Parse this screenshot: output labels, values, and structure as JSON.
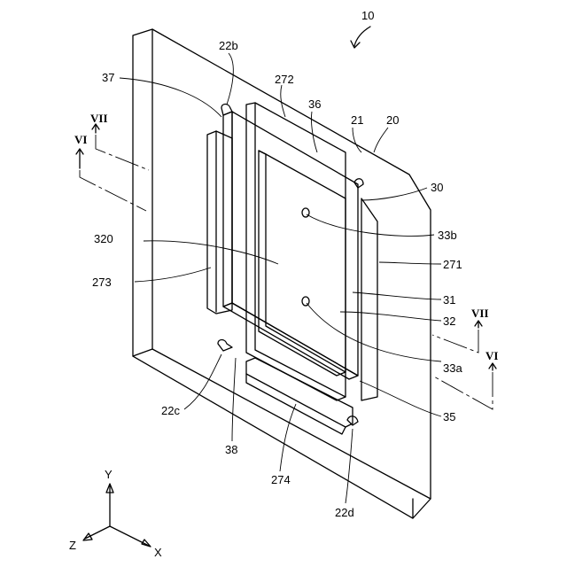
{
  "figure": {
    "ref_main": "10",
    "labels": {
      "l22b": "22b",
      "l37": "37",
      "l272": "272",
      "l36": "36",
      "l21": "21",
      "l20": "20",
      "l30": "30",
      "l33b": "33b",
      "l320": "320",
      "l271": "271",
      "l273": "273",
      "l31": "31",
      "l32": "32",
      "l33a": "33a",
      "l35": "35",
      "l22c": "22c",
      "l38": "38",
      "l274": "274",
      "l22d": "22d"
    },
    "sections": {
      "s7": "VII",
      "s6": "VI"
    },
    "axes": {
      "y": "Y",
      "x": "X",
      "z": "Z"
    }
  }
}
